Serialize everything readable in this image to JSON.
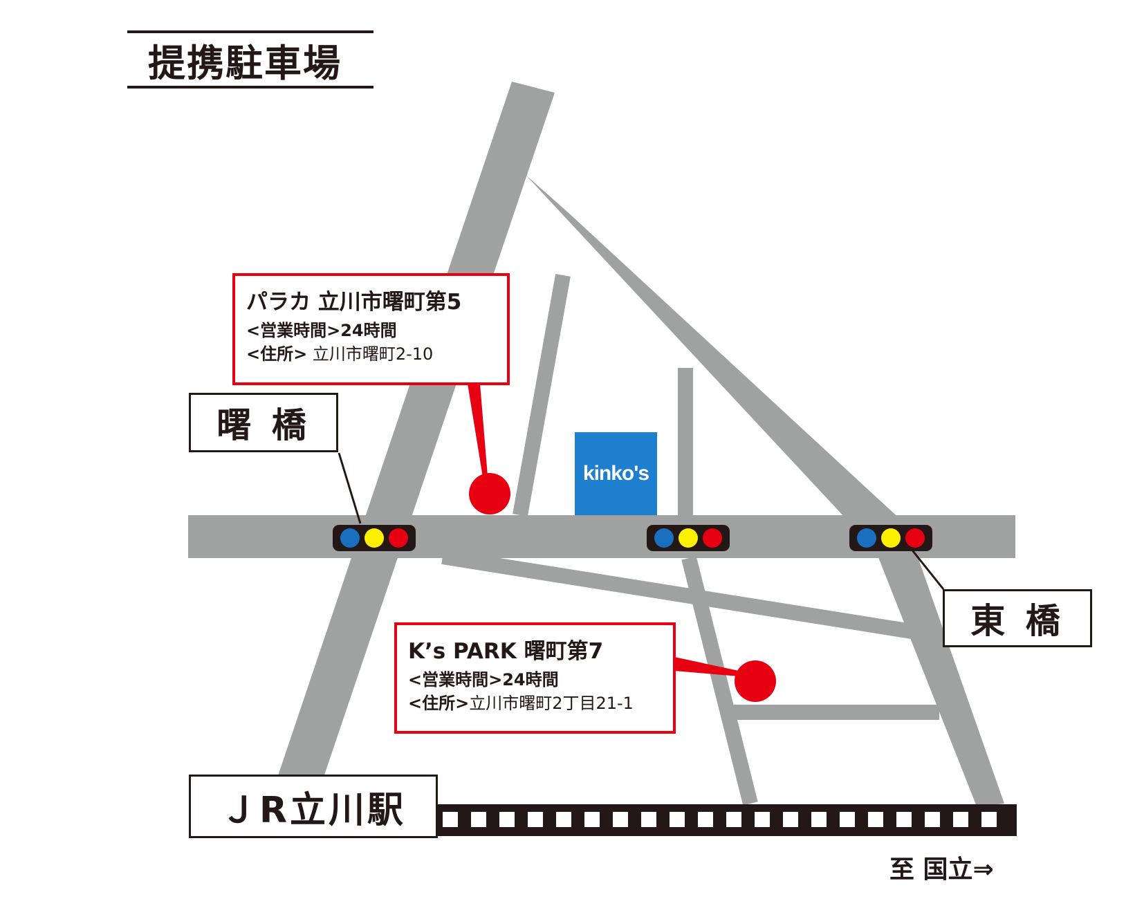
{
  "title": "提携駐車場",
  "colors": {
    "road": "#a0a1a1",
    "callout_border": "#e60012",
    "marker": "#e60012",
    "kinkos_bg": "#1e7fcf",
    "signal_blue": "#1b6fc0",
    "signal_yellow": "#fff000",
    "signal_red": "#e60012",
    "rail": "#231815"
  },
  "landmarks": {
    "akebono_bridge": "曙 橋",
    "higashi_bridge": "東 橋",
    "jr_station": "ＪR立川駅",
    "kinkos": "kinko's"
  },
  "parking": [
    {
      "name": "パラカ 立川市曙町第5",
      "hours_key": "<営業時間>",
      "hours": "24時間",
      "address_key": "<住所>",
      "address": " 立川市曙町2-10"
    },
    {
      "name": "K’s PARK 曙町第7",
      "hours_key": "<営業時間>",
      "hours": "24時間",
      "address_key": "<住所>",
      "address": "立川市曙町2丁目21-1"
    }
  ],
  "direction": "至 国立⇒",
  "icons": [
    "traffic-signal-icon",
    "parking-marker-icon"
  ]
}
